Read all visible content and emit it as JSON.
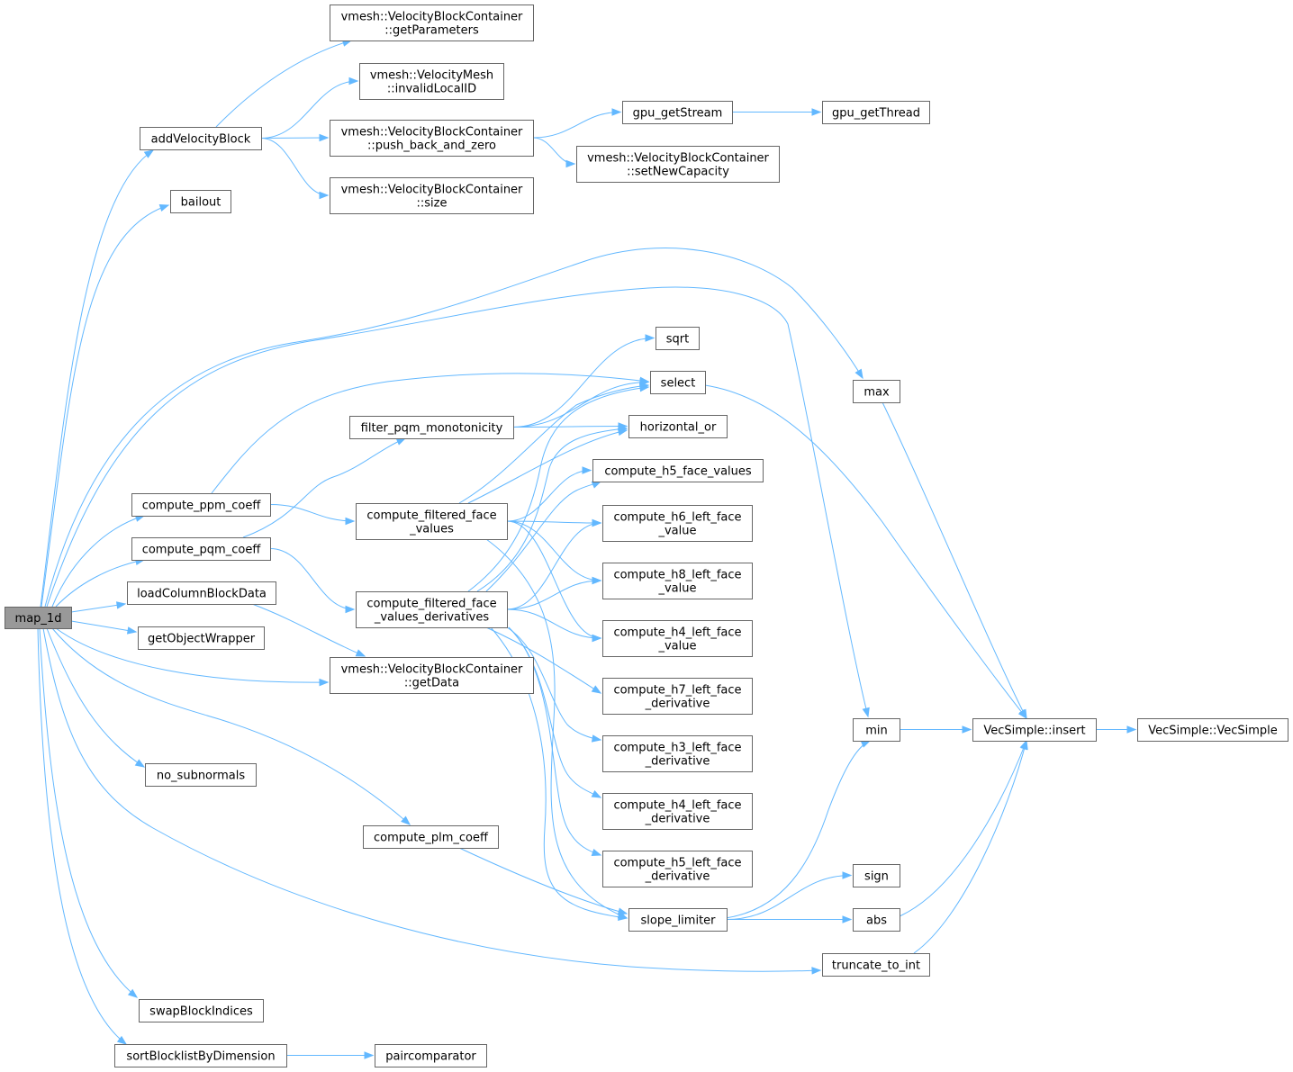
{
  "diagram": {
    "root": "map_1d",
    "colors": {
      "edge": "#63b8ff",
      "root_fill": "#999999",
      "node_fill": "#ffffff",
      "node_border": "#666666"
    },
    "nodes": [
      {
        "id": "map_1d",
        "lines": [
          "map_1d"
        ],
        "root": true
      },
      {
        "id": "addVelocityBlock",
        "lines": [
          "addVelocityBlock"
        ]
      },
      {
        "id": "bailout",
        "lines": [
          "bailout"
        ]
      },
      {
        "id": "compute_ppm_coeff",
        "lines": [
          "compute_ppm_coeff"
        ]
      },
      {
        "id": "compute_pqm_coeff",
        "lines": [
          "compute_pqm_coeff"
        ]
      },
      {
        "id": "loadColumnBlockData",
        "lines": [
          "loadColumnBlockData"
        ]
      },
      {
        "id": "getObjectWrapper",
        "lines": [
          "getObjectWrapper"
        ]
      },
      {
        "id": "no_subnormals",
        "lines": [
          "no_subnormals"
        ]
      },
      {
        "id": "swapBlockIndices",
        "lines": [
          "swapBlockIndices"
        ]
      },
      {
        "id": "sortBlocklistByDimension",
        "lines": [
          "sortBlocklistByDimension"
        ]
      },
      {
        "id": "getParameters",
        "lines": [
          "vmesh::VelocityBlockContainer",
          "::getParameters"
        ]
      },
      {
        "id": "invalidLocalID",
        "lines": [
          "vmesh::VelocityMesh",
          "::invalidLocalID"
        ]
      },
      {
        "id": "push_back_and_zero",
        "lines": [
          "vmesh::VelocityBlockContainer",
          "::push_back_and_zero"
        ]
      },
      {
        "id": "vbc_size",
        "lines": [
          "vmesh::VelocityBlockContainer",
          "::size"
        ]
      },
      {
        "id": "filter_pqm_monotonicity",
        "lines": [
          "filter_pqm_monotonicity"
        ]
      },
      {
        "id": "compute_filtered_face_values",
        "lines": [
          "compute_filtered_face",
          "_values"
        ]
      },
      {
        "id": "compute_filtered_face_values_derivatives",
        "lines": [
          "compute_filtered_face",
          "_values_derivatives"
        ]
      },
      {
        "id": "getData",
        "lines": [
          "vmesh::VelocityBlockContainer",
          "::getData"
        ]
      },
      {
        "id": "compute_plm_coeff",
        "lines": [
          "compute_plm_coeff"
        ]
      },
      {
        "id": "paircomparator",
        "lines": [
          "paircomparator"
        ]
      },
      {
        "id": "gpu_getStream",
        "lines": [
          "gpu_getStream"
        ]
      },
      {
        "id": "setNewCapacity",
        "lines": [
          "vmesh::VelocityBlockContainer",
          "::setNewCapacity"
        ]
      },
      {
        "id": "sqrt",
        "lines": [
          "sqrt"
        ]
      },
      {
        "id": "select",
        "lines": [
          "select"
        ]
      },
      {
        "id": "horizontal_or",
        "lines": [
          "horizontal_or"
        ]
      },
      {
        "id": "compute_h5_face_values",
        "lines": [
          "compute_h5_face_values"
        ]
      },
      {
        "id": "compute_h6_left_face_value",
        "lines": [
          "compute_h6_left_face",
          "_value"
        ]
      },
      {
        "id": "compute_h8_left_face_value",
        "lines": [
          "compute_h8_left_face",
          "_value"
        ]
      },
      {
        "id": "compute_h4_left_face_value",
        "lines": [
          "compute_h4_left_face",
          "_value"
        ]
      },
      {
        "id": "compute_h7_left_face_derivative",
        "lines": [
          "compute_h7_left_face",
          "_derivative"
        ]
      },
      {
        "id": "compute_h3_left_face_derivative",
        "lines": [
          "compute_h3_left_face",
          "_derivative"
        ]
      },
      {
        "id": "compute_h4_left_face_derivative",
        "lines": [
          "compute_h4_left_face",
          "_derivative"
        ]
      },
      {
        "id": "compute_h5_left_face_derivative",
        "lines": [
          "compute_h5_left_face",
          "_derivative"
        ]
      },
      {
        "id": "slope_limiter",
        "lines": [
          "slope_limiter"
        ]
      },
      {
        "id": "gpu_getThread",
        "lines": [
          "gpu_getThread"
        ]
      },
      {
        "id": "max",
        "lines": [
          "max"
        ]
      },
      {
        "id": "min",
        "lines": [
          "min"
        ]
      },
      {
        "id": "sign",
        "lines": [
          "sign"
        ]
      },
      {
        "id": "abs",
        "lines": [
          "abs"
        ]
      },
      {
        "id": "truncate_to_int",
        "lines": [
          "truncate_to_int"
        ]
      },
      {
        "id": "insert",
        "lines": [
          "VecSimple::insert"
        ]
      },
      {
        "id": "VecSimple",
        "lines": [
          "VecSimple::VecSimple"
        ]
      }
    ],
    "edges": [
      [
        "map_1d",
        "addVelocityBlock"
      ],
      [
        "map_1d",
        "bailout"
      ],
      [
        "map_1d",
        "max"
      ],
      [
        "map_1d",
        "min"
      ],
      [
        "map_1d",
        "compute_ppm_coeff"
      ],
      [
        "map_1d",
        "compute_pqm_coeff"
      ],
      [
        "map_1d",
        "loadColumnBlockData"
      ],
      [
        "map_1d",
        "getObjectWrapper"
      ],
      [
        "map_1d",
        "getData"
      ],
      [
        "map_1d",
        "compute_plm_coeff"
      ],
      [
        "map_1d",
        "no_subnormals"
      ],
      [
        "map_1d",
        "truncate_to_int"
      ],
      [
        "map_1d",
        "swapBlockIndices"
      ],
      [
        "map_1d",
        "sortBlocklistByDimension"
      ],
      [
        "addVelocityBlock",
        "getParameters"
      ],
      [
        "addVelocityBlock",
        "invalidLocalID"
      ],
      [
        "addVelocityBlock",
        "push_back_and_zero"
      ],
      [
        "addVelocityBlock",
        "vbc_size"
      ],
      [
        "push_back_and_zero",
        "gpu_getStream"
      ],
      [
        "push_back_and_zero",
        "setNewCapacity"
      ],
      [
        "gpu_getStream",
        "gpu_getThread"
      ],
      [
        "compute_ppm_coeff",
        "select"
      ],
      [
        "compute_ppm_coeff",
        "compute_filtered_face_values"
      ],
      [
        "compute_pqm_coeff",
        "filter_pqm_monotonicity"
      ],
      [
        "compute_pqm_coeff",
        "compute_filtered_face_values_derivatives"
      ],
      [
        "filter_pqm_monotonicity",
        "sqrt"
      ],
      [
        "filter_pqm_monotonicity",
        "select"
      ],
      [
        "filter_pqm_monotonicity",
        "horizontal_or"
      ],
      [
        "compute_filtered_face_values",
        "select"
      ],
      [
        "compute_filtered_face_values",
        "horizontal_or"
      ],
      [
        "compute_filtered_face_values",
        "compute_h5_face_values"
      ],
      [
        "compute_filtered_face_values",
        "compute_h6_left_face_value"
      ],
      [
        "compute_filtered_face_values",
        "compute_h8_left_face_value"
      ],
      [
        "compute_filtered_face_values",
        "compute_h4_left_face_value"
      ],
      [
        "compute_filtered_face_values",
        "slope_limiter"
      ],
      [
        "compute_filtered_face_values_derivatives",
        "select"
      ],
      [
        "compute_filtered_face_values_derivatives",
        "horizontal_or"
      ],
      [
        "compute_filtered_face_values_derivatives",
        "compute_h5_face_values"
      ],
      [
        "compute_filtered_face_values_derivatives",
        "compute_h6_left_face_value"
      ],
      [
        "compute_filtered_face_values_derivatives",
        "compute_h8_left_face_value"
      ],
      [
        "compute_filtered_face_values_derivatives",
        "compute_h4_left_face_value"
      ],
      [
        "compute_filtered_face_values_derivatives",
        "compute_h7_left_face_derivative"
      ],
      [
        "compute_filtered_face_values_derivatives",
        "compute_h3_left_face_derivative"
      ],
      [
        "compute_filtered_face_values_derivatives",
        "compute_h4_left_face_derivative"
      ],
      [
        "compute_filtered_face_values_derivatives",
        "compute_h5_left_face_derivative"
      ],
      [
        "compute_filtered_face_values_derivatives",
        "slope_limiter"
      ],
      [
        "loadColumnBlockData",
        "getData"
      ],
      [
        "compute_plm_coeff",
        "slope_limiter"
      ],
      [
        "slope_limiter",
        "min"
      ],
      [
        "slope_limiter",
        "sign"
      ],
      [
        "slope_limiter",
        "abs"
      ],
      [
        "select",
        "insert"
      ],
      [
        "max",
        "insert"
      ],
      [
        "min",
        "insert"
      ],
      [
        "abs",
        "insert"
      ],
      [
        "truncate_to_int",
        "insert"
      ],
      [
        "insert",
        "VecSimple"
      ],
      [
        "sortBlocklistByDimension",
        "paircomparator"
      ]
    ]
  }
}
